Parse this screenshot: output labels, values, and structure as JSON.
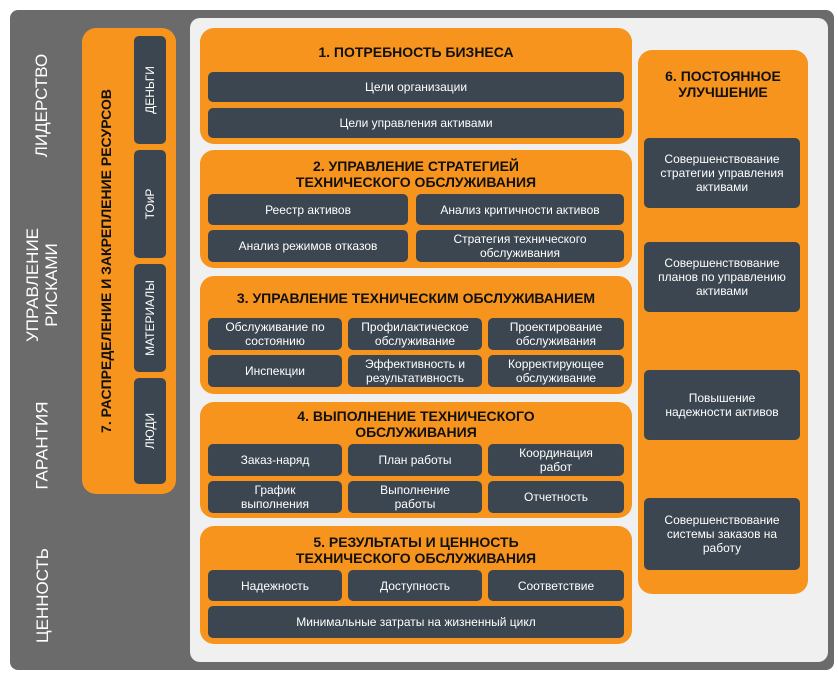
{
  "side_labels": [
    "ЛИДЕРСТВО",
    "УПРАВЛЕНИЕ РИСКАМИ",
    "ГАРАНТИЯ",
    "ЦЕННОСТЬ"
  ],
  "resources": {
    "title": "7. РАСПРЕДЕЛЕНИЕ И ЗАКРЕПЛЕНИЕ РЕСУРСОВ",
    "items": [
      "ДЕНЬГИ",
      "ТОиР",
      "МАТЕРИАЛЫ",
      "ЛЮДИ"
    ]
  },
  "sections": [
    {
      "title": "1. ПОТРЕБНОСТЬ БИЗНЕСА",
      "items": [
        "Цели организации",
        "Цели управления активами"
      ]
    },
    {
      "title": "2. УПРАВЛЕНИЕ СТРАТЕГИЕЙ ТЕХНИЧЕСКОГО ОБСЛУЖИВАНИЯ",
      "items": [
        "Реестр активов",
        "Анализ критичности активов",
        "Анализ режимов отказов",
        "Стратегия технического обслуживания"
      ]
    },
    {
      "title": "3. УПРАВЛЕНИЕ ТЕХНИЧЕСКИМ ОБСЛУЖИВАНИЕМ",
      "items": [
        "Обслуживание по состоянию",
        "Профилактическое обслуживание",
        "Проектирование обслуживания",
        "Инспекции",
        "Эффективность и результативность",
        "Корректирующее обслуживание"
      ]
    },
    {
      "title": "4. ВЫПОЛНЕНИЕ ТЕХНИЧЕСКОГО ОБСЛУЖИВАНИЯ",
      "items": [
        "Заказ-наряд",
        "План работы",
        "Координация работ",
        "График выполнения",
        "Выполнение работы",
        "Отчетность"
      ]
    },
    {
      "title": "5. РЕЗУЛЬТАТЫ И ЦЕННОСТЬ ТЕХНИЧЕСКОГО ОБСЛУЖИВАНИЯ",
      "items": [
        "Надежность",
        "Доступность",
        "Соответствие",
        "Минимальные затраты на жизненный цикл"
      ]
    }
  ],
  "improvement": {
    "title": "6. ПОСТОЯННОЕ УЛУЧШЕНИЕ",
    "items": [
      "Совершенствование стратегии управления активами",
      "Совершенствование планов по управлению активами",
      "Повышение надежности активов",
      "Совершенствование системы заказов на работу"
    ]
  },
  "colors": {
    "frame": "#6b6b6b",
    "panel": "#f0f0f0",
    "orange": "#f7941d",
    "dark": "#3c4650"
  }
}
